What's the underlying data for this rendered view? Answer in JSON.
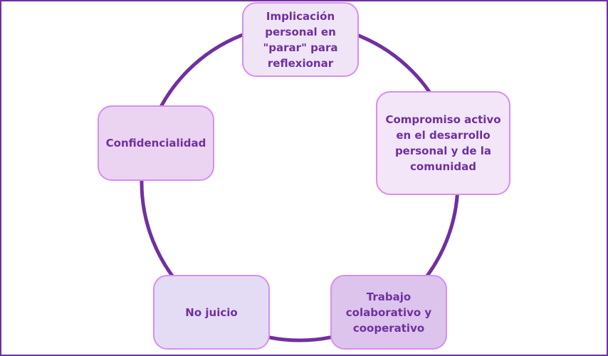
{
  "diagram": {
    "type": "cycle",
    "colors": {
      "frame": "#7030a0",
      "ring": "#7030a0",
      "text": "#7030a0",
      "node_border": "#d88ef0"
    },
    "nodes": [
      {
        "id": "implicacion",
        "label": "Implicación personal en \"parar\" para reflexionar",
        "fill": "#f0e4f7"
      },
      {
        "id": "compromiso",
        "label": "Compromiso activo en el desarrollo personal y de la comunidad",
        "fill": "#f2e6f8"
      },
      {
        "id": "trabajo",
        "label": "Trabajo colaborativo y cooperativo",
        "fill": "#dcc4ec"
      },
      {
        "id": "no-juicio",
        "label": "No juicio",
        "fill": "#e4dcf4"
      },
      {
        "id": "confidencialidad",
        "label": "Confidencialidad",
        "fill": "#ead4f2"
      }
    ]
  }
}
